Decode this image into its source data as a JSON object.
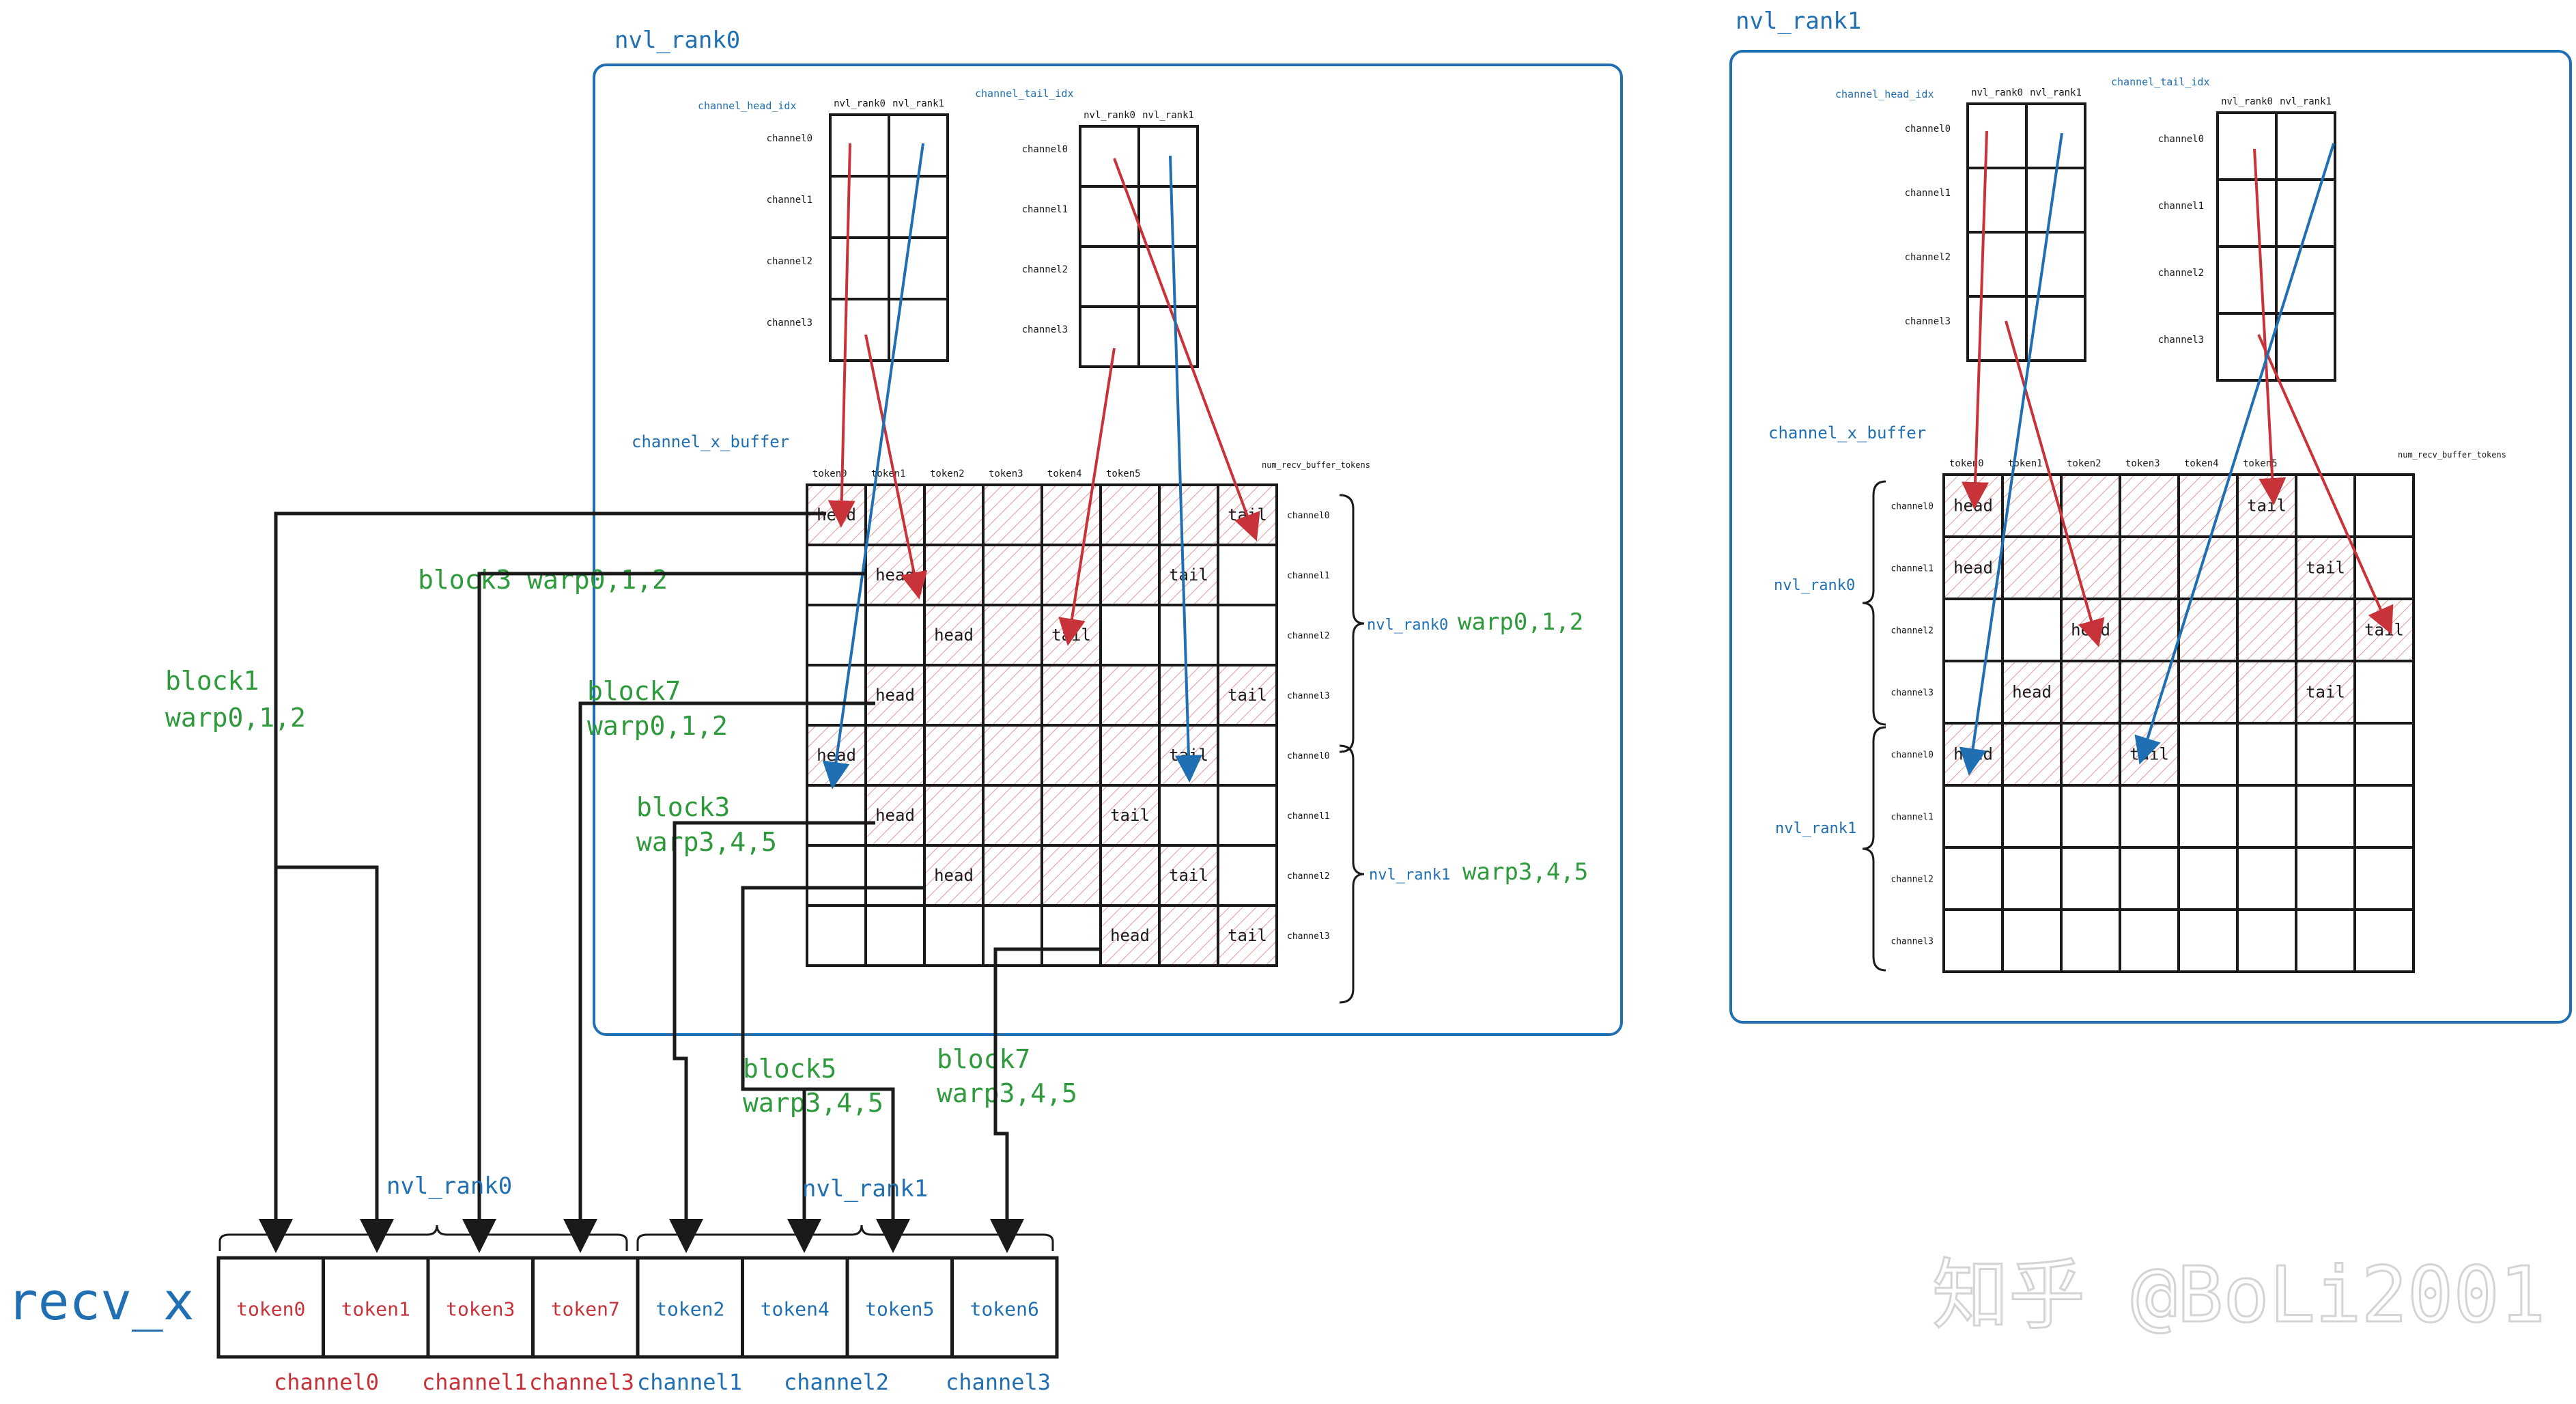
{
  "colors": {
    "blue": "#1f6fb2",
    "red": "#c8333a",
    "green": "#2e9a3c",
    "black": "#1a1a1a",
    "hatch": "#e39a9a"
  },
  "panel0": {
    "title": "nvl_rank0",
    "head_idx_label": "channel_head_idx",
    "tail_idx_label": "channel_tail_idx",
    "buffer_label": "channel_x_buffer",
    "num_recv_label": "num_recv_buffer_tokens",
    "col_labels": [
      "nvl_rank0",
      "nvl_rank1"
    ],
    "row_labels": [
      "channel0",
      "channel1",
      "channel2",
      "channel3"
    ],
    "token_labels": [
      "token0",
      "token1",
      "token2",
      "token3",
      "token4",
      "token5"
    ],
    "buffer_channel_labels": [
      "channel0",
      "channel1",
      "channel2",
      "channel3",
      "channel0",
      "channel1",
      "channel2",
      "channel3"
    ],
    "cells": [
      {
        "r": 0,
        "c": 0,
        "text": "head"
      },
      {
        "r": 0,
        "c": 7,
        "text": "tail"
      },
      {
        "r": 1,
        "c": 1,
        "text": "head"
      },
      {
        "r": 1,
        "c": 6,
        "text": "tail"
      },
      {
        "r": 2,
        "c": 2,
        "text": "head"
      },
      {
        "r": 2,
        "c": 4,
        "text": "tail"
      },
      {
        "r": 3,
        "c": 1,
        "text": "head"
      },
      {
        "r": 3,
        "c": 7,
        "text": "tail"
      },
      {
        "r": 4,
        "c": 0,
        "text": "head"
      },
      {
        "r": 4,
        "c": 6,
        "text": "tail"
      },
      {
        "r": 5,
        "c": 1,
        "text": "head"
      },
      {
        "r": 5,
        "c": 5,
        "text": "tail"
      },
      {
        "r": 6,
        "c": 2,
        "text": "head"
      },
      {
        "r": 6,
        "c": 6,
        "text": "tail"
      },
      {
        "r": 7,
        "c": 5,
        "text": "head"
      },
      {
        "r": 7,
        "c": 7,
        "text": "tail"
      }
    ],
    "group_labels": [
      {
        "text": "nvl_rank0",
        "warps": "warp0,1,2"
      },
      {
        "text": "nvl_rank1",
        "warps": "warp3,4,5"
      }
    ]
  },
  "panel1": {
    "title": "nvl_rank1",
    "head_idx_label": "channel_head_idx",
    "tail_idx_label": "channel_tail_idx",
    "buffer_label": "channel_x_buffer",
    "num_recv_label": "num_recv_buffer_tokens",
    "col_labels": [
      "nvl_rank0",
      "nvl_rank1"
    ],
    "row_labels": [
      "channel0",
      "channel1",
      "channel2",
      "channel3"
    ],
    "token_labels": [
      "token0",
      "token1",
      "token2",
      "token3",
      "token4",
      "token5"
    ],
    "buffer_channel_labels": [
      "channel0",
      "channel1",
      "channel2",
      "channel3",
      "channel0",
      "channel1",
      "channel2",
      "channel3"
    ],
    "cells": [
      {
        "r": 0,
        "c": 0,
        "text": "head"
      },
      {
        "r": 0,
        "c": 5,
        "text": "tail"
      },
      {
        "r": 1,
        "c": 0,
        "text": "head"
      },
      {
        "r": 1,
        "c": 6,
        "text": "tail"
      },
      {
        "r": 2,
        "c": 2,
        "text": "head"
      },
      {
        "r": 2,
        "c": 7,
        "text": "tail"
      },
      {
        "r": 3,
        "c": 1,
        "text": "head"
      },
      {
        "r": 3,
        "c": 6,
        "text": "tail"
      },
      {
        "r": 4,
        "c": 0,
        "text": "head"
      },
      {
        "r": 4,
        "c": 3,
        "text": "tail"
      }
    ],
    "group_labels": [
      {
        "text": "nvl_rank0"
      },
      {
        "text": "nvl_rank1"
      }
    ]
  },
  "blocks": [
    {
      "line1": "block1",
      "line2": "warp0,1,2"
    },
    {
      "line1": "block3 warp0,1,2",
      "line2": ""
    },
    {
      "line1": "block7",
      "line2": "warp0,1,2"
    },
    {
      "line1": "block3",
      "line2": "warp3,4,5"
    },
    {
      "line1": "block5",
      "line2": "warp3,4,5"
    },
    {
      "line1": "block7",
      "line2": "warp3,4,5"
    }
  ],
  "recv": {
    "label": "recv_x",
    "group_labels": [
      "nvl_rank0",
      "nvl_rank1"
    ],
    "cells": [
      {
        "token": "token0",
        "color": "red"
      },
      {
        "token": "token1",
        "color": "red"
      },
      {
        "token": "token3",
        "color": "red"
      },
      {
        "token": "token7",
        "color": "red"
      },
      {
        "token": "token2",
        "color": "blue"
      },
      {
        "token": "token4",
        "color": "blue"
      },
      {
        "token": "token5",
        "color": "blue"
      },
      {
        "token": "token6",
        "color": "blue"
      }
    ],
    "channel_labels": [
      {
        "text": "channel0",
        "color": "red"
      },
      {
        "text": "channel1",
        "color": "red"
      },
      {
        "text": "channel3",
        "color": "red"
      },
      {
        "text": "channel1",
        "color": "blue"
      },
      {
        "text": "channel2",
        "color": "blue"
      },
      {
        "text": "channel3",
        "color": "blue"
      }
    ]
  },
  "watermark": "知乎 @BoLi2001"
}
